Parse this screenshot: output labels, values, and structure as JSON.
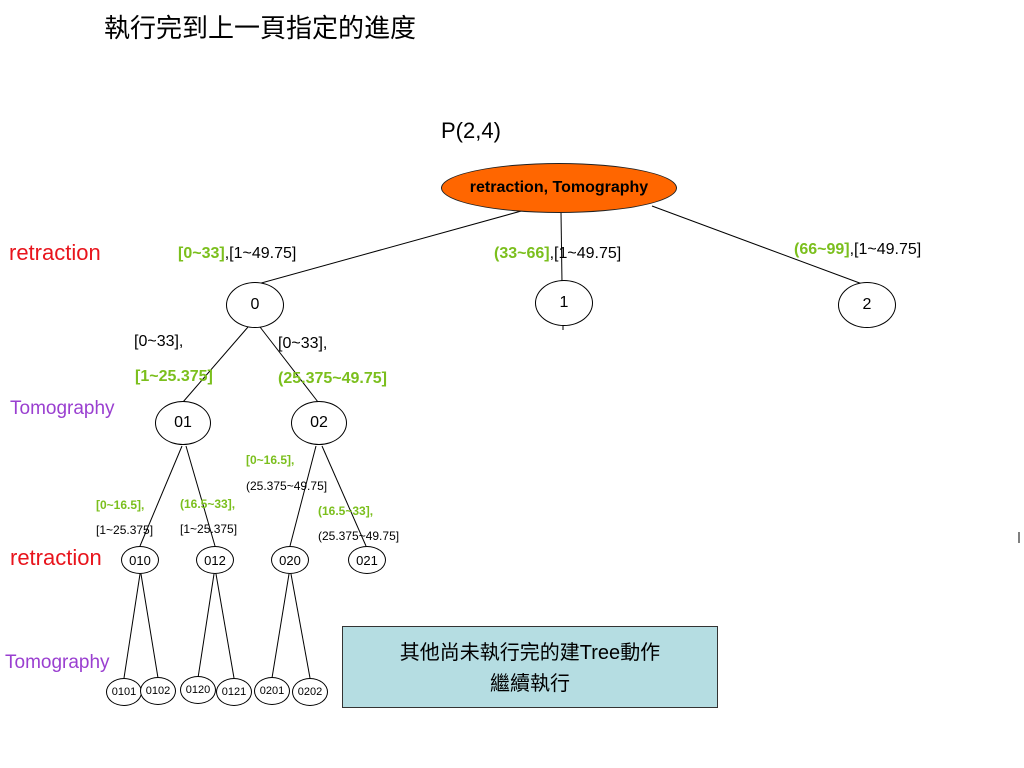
{
  "title": "執行完到上一頁指定的進度",
  "diagram_title": "P(2,4)",
  "root_label": "retraction, Tomography",
  "levels": {
    "retraction_1": "retraction",
    "tomography_1": "Tomography",
    "retraction_2": "retraction",
    "tomography_2": "Tomography"
  },
  "nodes": {
    "n0": "0",
    "n1": "1",
    "n2": "2",
    "n01": "01",
    "n02": "02",
    "n010": "010",
    "n012": "012",
    "n020": "020",
    "n021": "021",
    "n0101": "0101",
    "n0102": "0102",
    "n0120": "0120",
    "n0121": "0121",
    "n0201": "0201",
    "n0202": "0202"
  },
  "edge_labels": {
    "e0_green": "[0~33]",
    "e0_rest": ",[1~49.75]",
    "e1_green": "(33~66]",
    "e1_rest": ",[1~49.75]",
    "e2_green": "(66~99]",
    "e2_rest": ",[1~49.75]",
    "e01_top": "[0~33],",
    "e01_green": "[1~25.375]",
    "e02_top": "[0~33],",
    "e02_green": "(25.375~49.75]",
    "e010_green": "[0~16.5],",
    "e010_rest": "[1~25.375]",
    "e012_green": "(16.5~33],",
    "e012_rest": "[1~25.375]",
    "e020_green": "[0~16.5],",
    "e020_rest": "(25.375~49.75]",
    "e021_green": "(16.5~33],",
    "e021_rest": "(25.375~49.75]"
  },
  "note": {
    "line1_a": "其他尚未執行完的建",
    "line1_b": "Tree",
    "line1_c": "動作",
    "line2": "繼續執行"
  },
  "colors": {
    "root_fill": "#ff6600",
    "green": "#7bbf1d",
    "red": "#e8141c",
    "purple": "#9a3fd0",
    "note_fill": "#b5dde2"
  }
}
